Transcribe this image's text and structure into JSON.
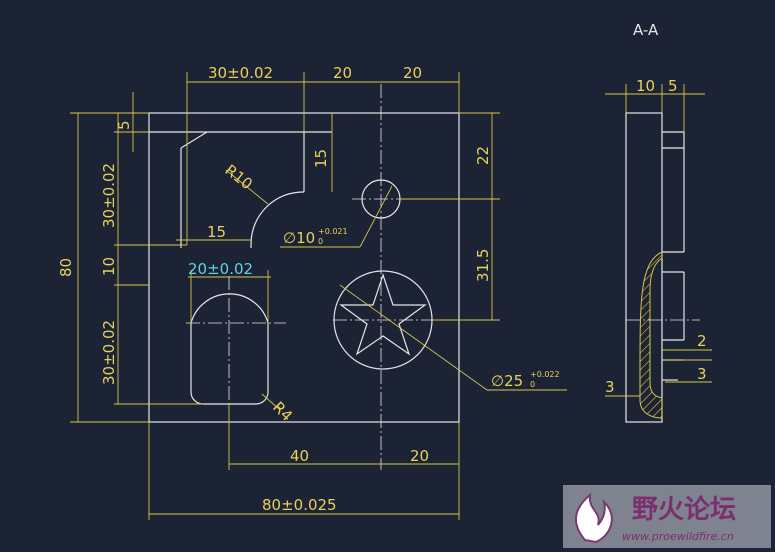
{
  "section_label": "A-A",
  "dims": {
    "top_30": "30±0.02",
    "top_20a": "20",
    "top_20b": "20",
    "left_5": "5",
    "left_30_upper": "30±0.02",
    "left_10": "10",
    "left_30_lower": "30±0.02",
    "overall_80": "80",
    "r10": "R10",
    "v15": "15",
    "h15": "15",
    "hole_dia": "∅10",
    "hole_tol_upper": "+0.021",
    "hole_tol_lower": "0",
    "right_22": "22",
    "right_31_5": "31.5",
    "slot_20": "20±0.02",
    "r4": "R4",
    "star_dia": "∅25",
    "star_tol_upper": "+0.022",
    "star_tol_lower": "0",
    "bottom_40": "40",
    "bottom_20": "20",
    "bottom_80": "80±0.025",
    "sec_10": "10",
    "sec_5": "5",
    "sec_2": "2",
    "sec_3_right": "3",
    "sec_3_left": "3"
  },
  "watermark": {
    "title": "野火论坛",
    "url": "www.proewildfire.cn"
  },
  "colors": {
    "background": "#1c2334",
    "geometry": "#e6e6e6",
    "dimension": "#e8d25a",
    "highlight_dimension": "#5fd4e0"
  }
}
